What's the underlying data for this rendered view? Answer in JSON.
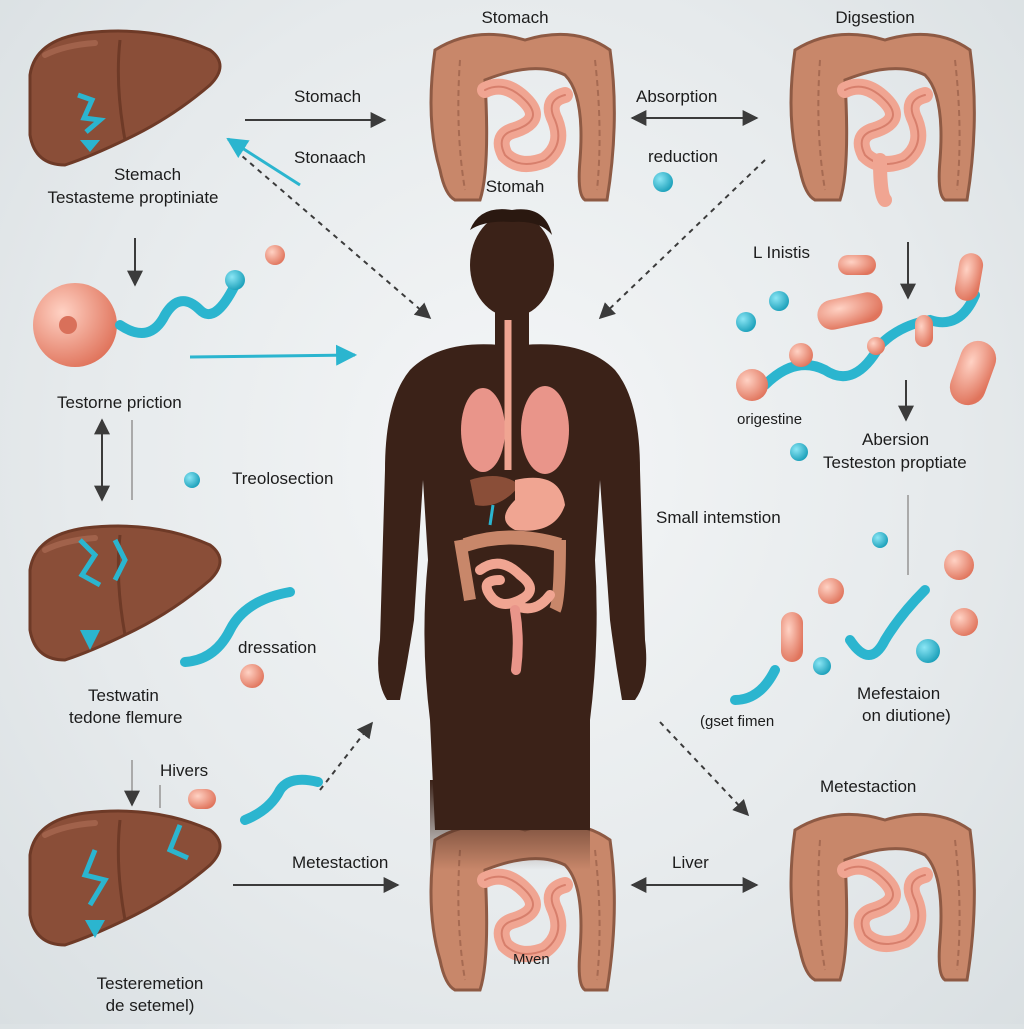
{
  "labels": {
    "stomach_top": "Stomach",
    "digestion_top": "Digsestion",
    "stomach_arrow": "Stomach",
    "absorption_arrow": "Absorption",
    "stonach": "Stonaach",
    "reduction": "reduction",
    "stomah": "Stomah",
    "liver1_line1": "Stemach",
    "liver1_line2": "Testasteme proptiniate",
    "testorne": "Testorne priction",
    "treolosection": "Treolosection",
    "linistis": "L Inistis",
    "origestine": "origestine",
    "abersion": "Abersion",
    "testeston": "Testeston proptiate",
    "small_intestine": "Small intemstion",
    "dressation": "dressation",
    "testwatin_1": "Testwatin",
    "testwatin_2": "tedone flemure",
    "gset_fimen": "(gset fimen",
    "mefestaion_1": "Mefestaion",
    "mefestaion_2": "on diutione)",
    "hivers": "Hivers",
    "metestaction": "Metestaction",
    "metestaction_2": "Metestaction",
    "liver": "Liver",
    "mven": "Mven",
    "liver3_1": "Testeremetion",
    "liver3_2": "de setemel)"
  },
  "colors": {
    "liver": "#8a4e38",
    "liver_dark": "#6e3a27",
    "intestine": "#c8876a",
    "intestine_inner": "#f0a592",
    "cyan": "#2bb5cf",
    "salmon": "#ef8f78",
    "body": "#3b2218",
    "arrow": "#3b3b3b"
  },
  "icons": [
    "liver-icon",
    "intestine-icon",
    "human-body-icon",
    "molecule-icon",
    "arrow-icon"
  ]
}
